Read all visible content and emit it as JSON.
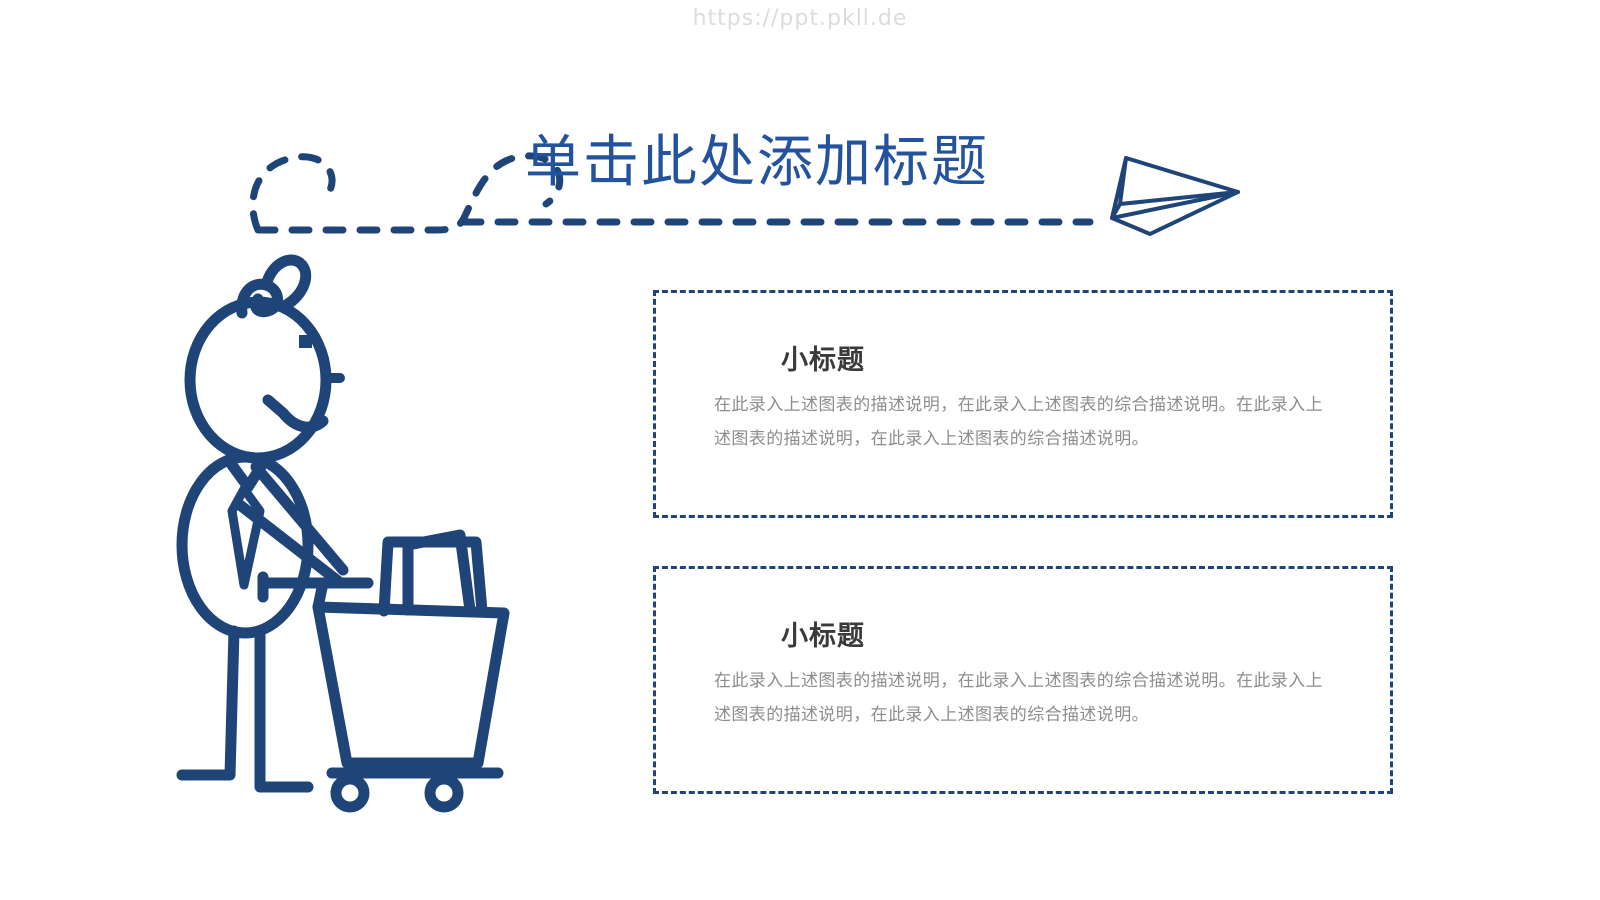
{
  "slide": {
    "background_color": "#ffffff",
    "accent_blue": "#1f4478",
    "title_blue": "#23539e",
    "body_gray": "#8d8d8d",
    "heading_gray": "#3a3a3a"
  },
  "watermark": {
    "text": "https://ppt.pkll.de"
  },
  "header": {
    "title": "单击此处添加标题",
    "decoration": {
      "trail": "dashed-loop-trail",
      "plane": "paper-plane-icon"
    }
  },
  "illustration": {
    "name": "stick-figure-with-shopping-cart",
    "parts": [
      "hair-curl",
      "head-oval",
      "eye",
      "nose",
      "smile",
      "torso-oval",
      "necktie",
      "arms",
      "legs",
      "cart-basket",
      "cart-handle",
      "cart-wheels",
      "parcel-box-large",
      "parcel-box-small"
    ]
  },
  "content_boxes": [
    {
      "heading": "小标题",
      "body": "在此录入上述图表的描述说明，在此录入上述图表的综合描述说明。在此录入上述图表的描述说明，在此录入上述图表的综合描述说明。"
    },
    {
      "heading": "小标题",
      "body": "在此录入上述图表的描述说明，在此录入上述图表的综合描述说明。在此录入上述图表的描述说明，在此录入上述图表的综合描述说明。"
    }
  ]
}
